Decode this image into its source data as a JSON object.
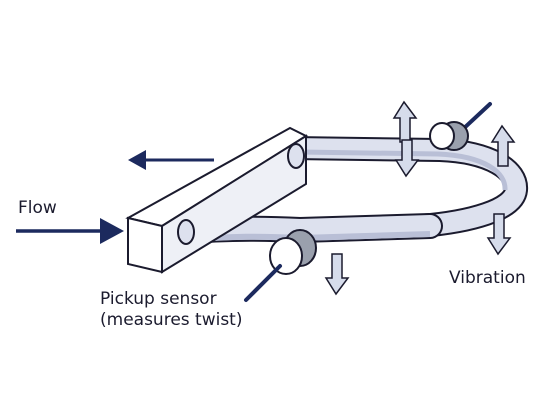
{
  "labels": {
    "flow": "Flow",
    "pickup_line1": "Pickup sensor",
    "pickup_line2": "(measures twist)",
    "vibration": "Vibration"
  },
  "colors": {
    "navy": "#1c2a5e",
    "outline": "#1b1b2e",
    "tube_light": "#dde1ee",
    "tube_shadow": "#b9bfd6",
    "sensor_gray": "#9aa0ad",
    "vibration_arrow": "#d6dceb"
  }
}
